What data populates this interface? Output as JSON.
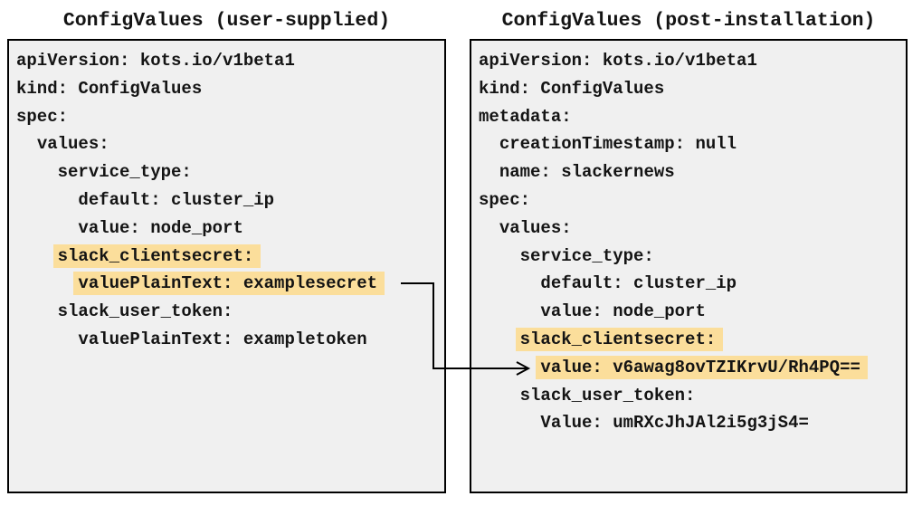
{
  "diagram": {
    "colors": {
      "highlight": "#FBDE9B",
      "panel_bg": "#F0F0F0",
      "border": "#000000",
      "text": "#141414",
      "page_bg": "#FFFFFF"
    },
    "left_panel": {
      "title": "ConfigValues (user-supplied)",
      "lines": [
        {
          "indent": 0,
          "text": "apiVersion: kots.io/v1beta1",
          "highlight": false
        },
        {
          "indent": 0,
          "text": "kind: ConfigValues",
          "highlight": false
        },
        {
          "indent": 0,
          "text": "spec:",
          "highlight": false
        },
        {
          "indent": 2,
          "text": "values:",
          "highlight": false
        },
        {
          "indent": 4,
          "text": "service_type:",
          "highlight": false
        },
        {
          "indent": 6,
          "text": "default: cluster_ip",
          "highlight": false
        },
        {
          "indent": 6,
          "text": "value: node_port",
          "highlight": false
        },
        {
          "indent": 4,
          "text": "slack_clientsecret:",
          "highlight": true
        },
        {
          "indent": 6,
          "text": "valuePlainText: examplesecret",
          "highlight": true
        },
        {
          "indent": 4,
          "text": "slack_user_token:",
          "highlight": false
        },
        {
          "indent": 6,
          "text": "valuePlainText: exampletoken",
          "highlight": false
        }
      ]
    },
    "right_panel": {
      "title": "ConfigValues (post-installation)",
      "lines": [
        {
          "indent": 0,
          "text": "apiVersion: kots.io/v1beta1",
          "highlight": false
        },
        {
          "indent": 0,
          "text": "kind: ConfigValues",
          "highlight": false
        },
        {
          "indent": 0,
          "text": "metadata:",
          "highlight": false
        },
        {
          "indent": 2,
          "text": "creationTimestamp: null",
          "highlight": false
        },
        {
          "indent": 2,
          "text": "name: slackernews",
          "highlight": false
        },
        {
          "indent": 0,
          "text": "spec:",
          "highlight": false
        },
        {
          "indent": 2,
          "text": "values:",
          "highlight": false
        },
        {
          "indent": 4,
          "text": "service_type:",
          "highlight": false
        },
        {
          "indent": 6,
          "text": "default: cluster_ip",
          "highlight": false
        },
        {
          "indent": 6,
          "text": "value: node_port",
          "highlight": false
        },
        {
          "indent": 4,
          "text": "slack_clientsecret:",
          "highlight": true
        },
        {
          "indent": 6,
          "text": "value: v6awag8ovTZIKrvU/Rh4PQ==",
          "highlight": true
        },
        {
          "indent": 4,
          "text": "slack_user_token:",
          "highlight": false
        },
        {
          "indent": 6,
          "text": "Value: umRXcJhJAl2i5g3jS4=",
          "highlight": false
        }
      ]
    },
    "arrow": {
      "from": "valuePlainText: examplesecret",
      "to": "value: v6awag8ovTZIKrvU/Rh4PQ=="
    }
  }
}
